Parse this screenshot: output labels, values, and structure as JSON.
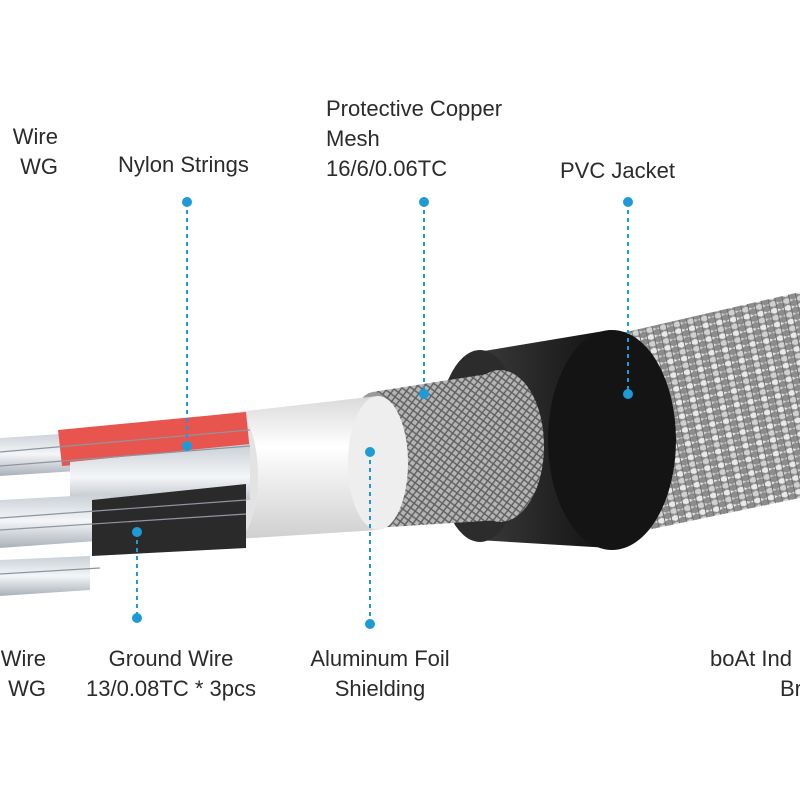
{
  "labels": {
    "signal_wire_top": [
      "Wire",
      "WG"
    ],
    "nylon_strings": "Nylon Strings",
    "copper_mesh": [
      "Protective Copper",
      "Mesh",
      "16/6/0.06TC"
    ],
    "pvc_jacket": "PVC Jacket",
    "signal_wire_bottom": [
      "Wire",
      "WG"
    ],
    "ground_wire": [
      "Ground Wire",
      "13/0.08TC * 3pcs"
    ],
    "aluminum_foil": [
      "Aluminum Foil",
      "Shielding"
    ],
    "brand": [
      "boAt Ind",
      "Br"
    ]
  },
  "colors": {
    "leader": "#1e9bd7",
    "text": "#2b2b2b",
    "pvc": "#1f1f1f",
    "foil": "#f2f2f2",
    "insulation_red": "#e8554e",
    "insulation_black": "#2a2a2a",
    "braid": "#9a9a9a"
  }
}
